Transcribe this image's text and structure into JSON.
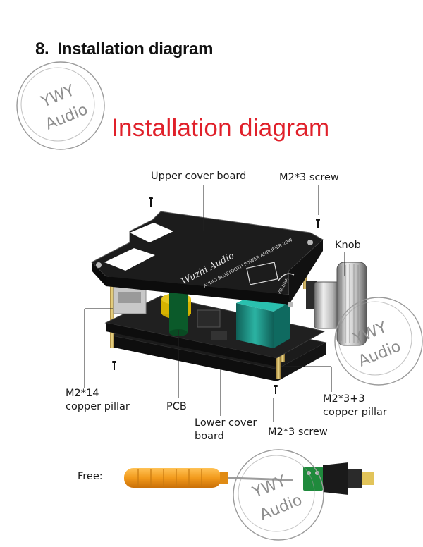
{
  "heading": {
    "number": "8.",
    "text": "Installation diagram"
  },
  "title": "Installation diagram",
  "labels": {
    "upper_cover_board": "Upper cover board",
    "m2x3_screw_top": "M2*3 screw",
    "knob": "Knob",
    "m2x14_pillar": {
      "line1": "M2*14",
      "line2": "copper pillar"
    },
    "pcb": "PCB",
    "lower_cover_board": {
      "line1": "Lower cover",
      "line2": "board"
    },
    "m2x3_screw_bottom": "M2*3 screw",
    "m2x3x3_pillar": {
      "line1": "M2*3+3",
      "line2": "copper pillar"
    }
  },
  "free_label": "Free:",
  "watermark": {
    "line1": "YWY",
    "line2": "Audio"
  },
  "board_printing": {
    "brand": "Wuzhi Audio",
    "model": "AUDIO BLUETOOTH POWER AMPLIFIER 20W",
    "volume": "VOLUME"
  },
  "colors": {
    "title_red": "#e0202a",
    "board_black": "#1b1b1b",
    "capacitor_teal": "#1f8f84",
    "screwdriver_orange": "#f29a1c",
    "terminal_green": "#1f8a3c",
    "watermark_gray": "#9a9a9a"
  }
}
